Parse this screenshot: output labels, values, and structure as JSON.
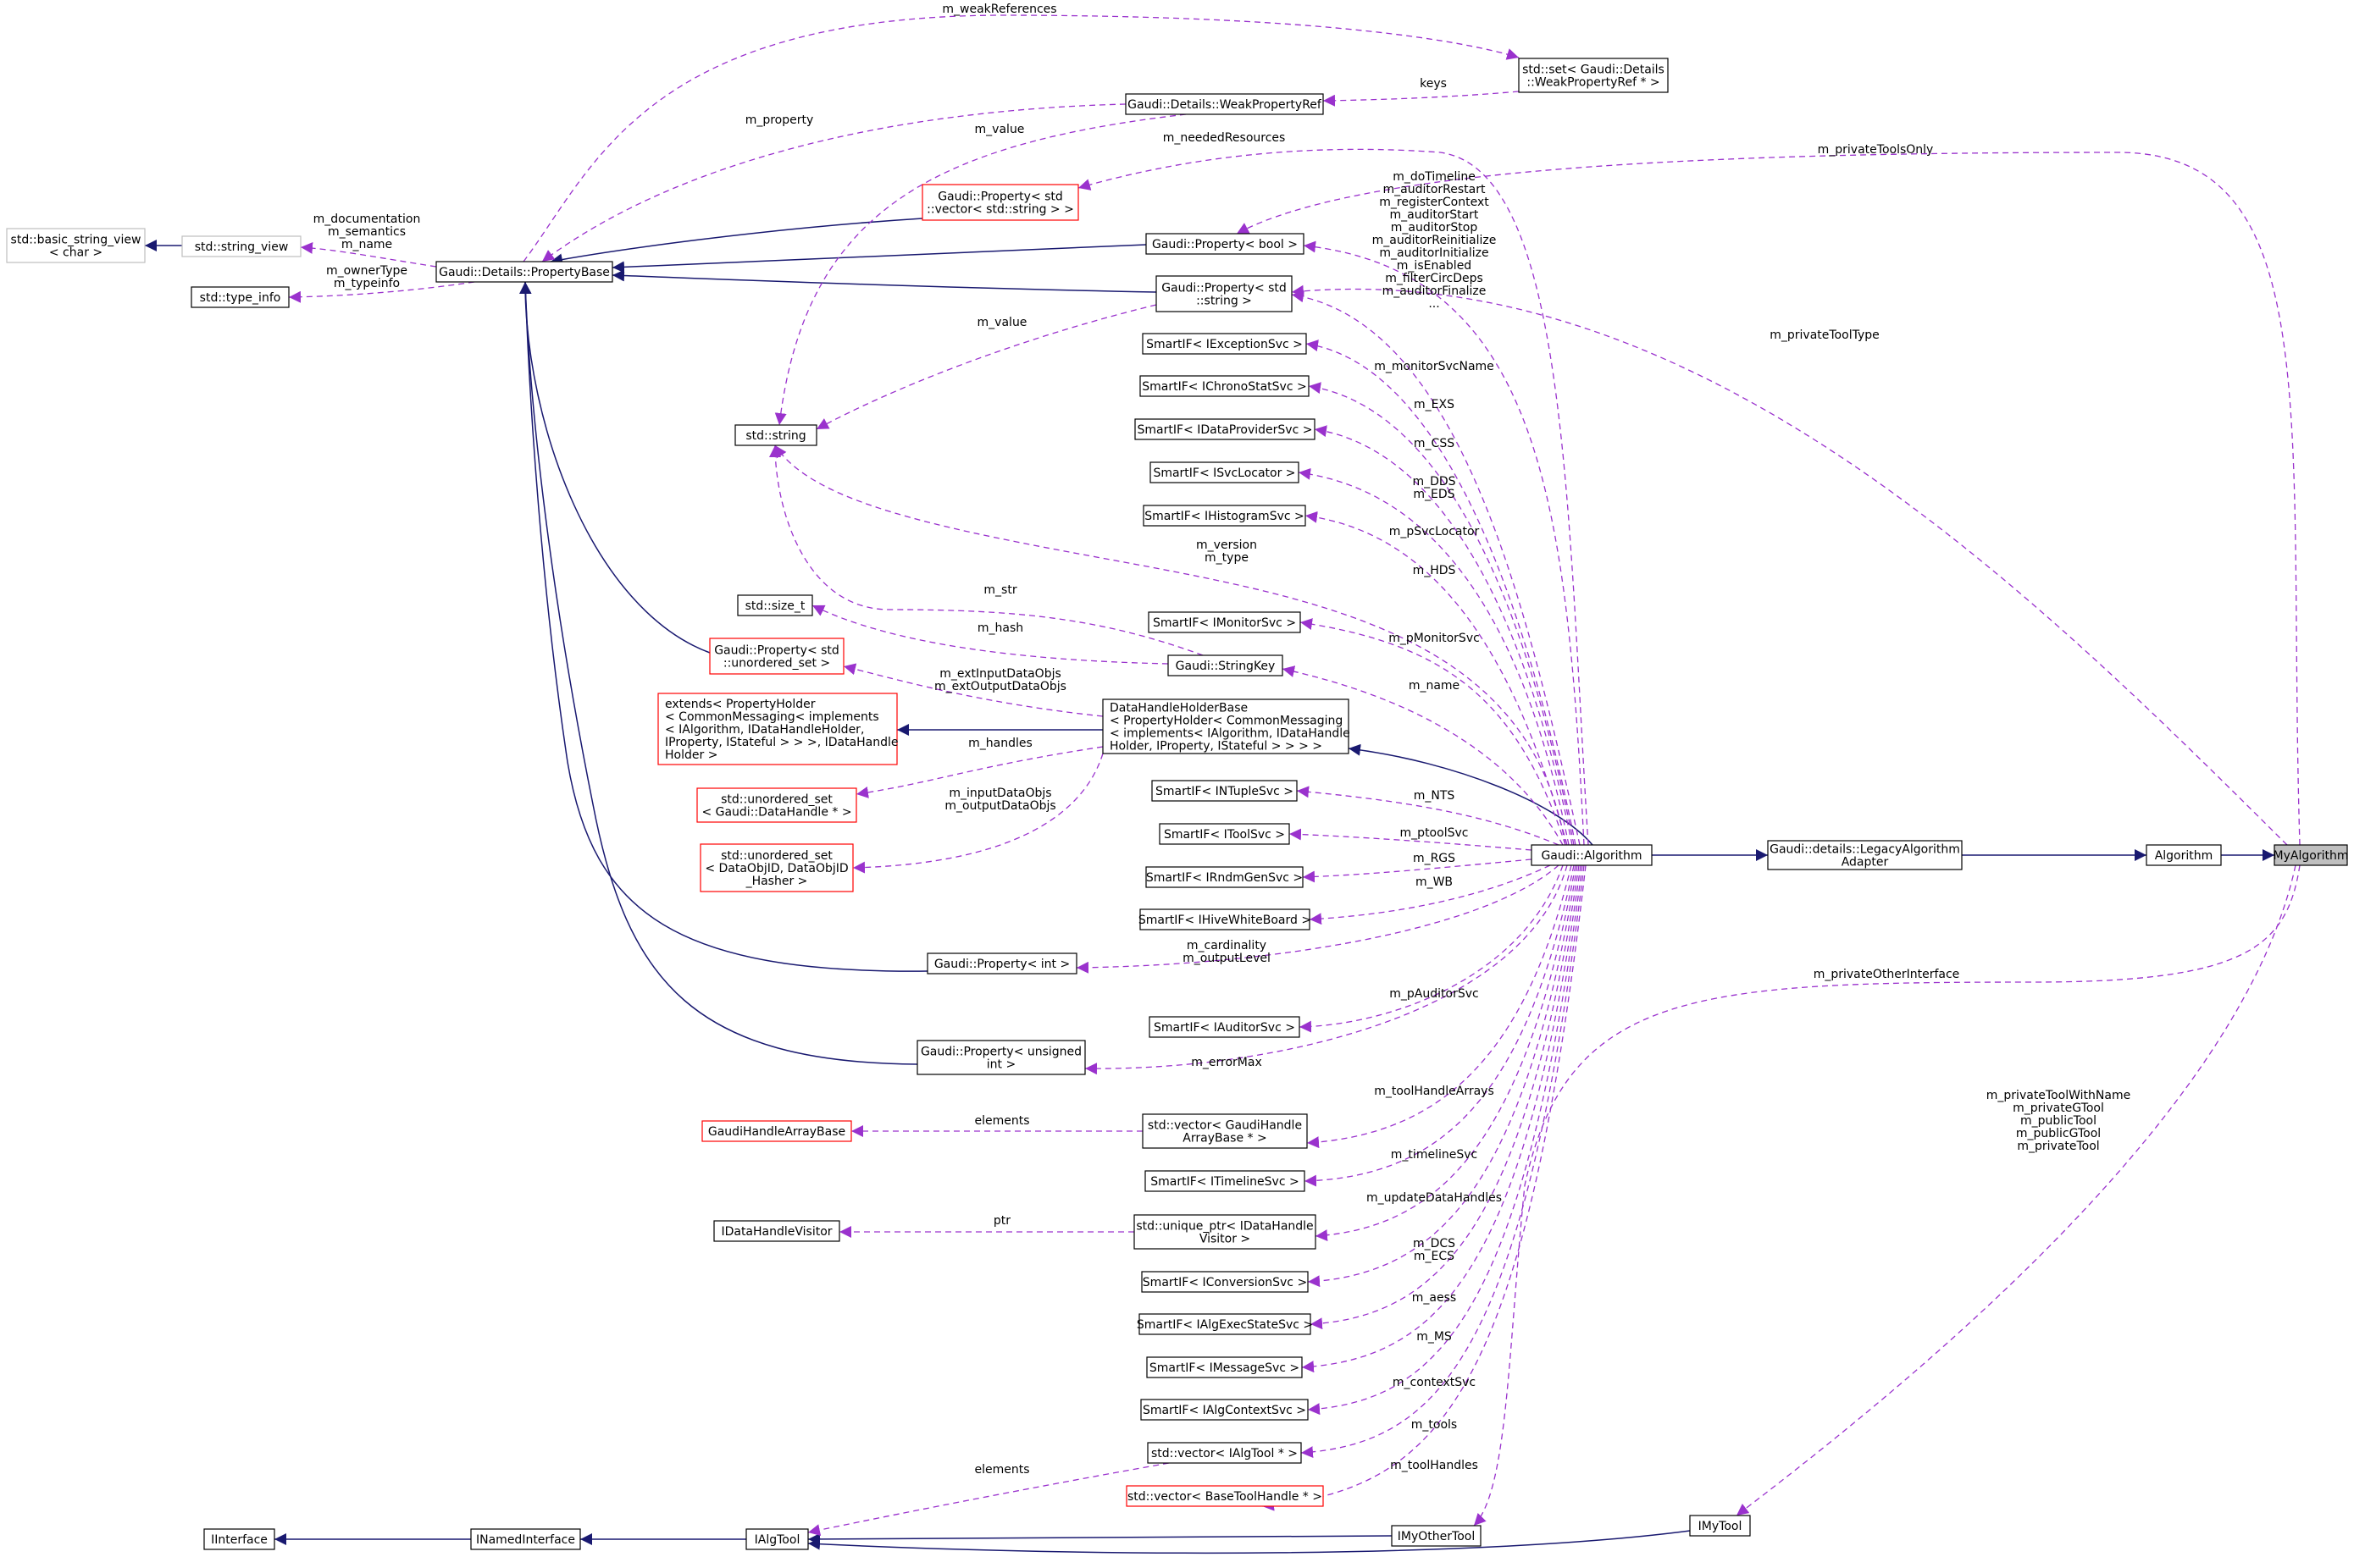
{
  "colors": {
    "node_border": "#000000",
    "node_border_missing": "#ff0000",
    "node_border_external": "#bfbfbf",
    "highlight_fill": "#bfbfbf",
    "inherit_edge": "#191970",
    "usage_edge": "#9a32cd"
  },
  "nodes": {
    "myalgorithm": {
      "lines": [
        "MyAlgorithm"
      ]
    },
    "algorithm": {
      "lines": [
        "Algorithm"
      ]
    },
    "legacy": {
      "lines": [
        "Gaudi::details::LegacyAlgorithm",
        "Adapter"
      ]
    },
    "gaudialgorithm": {
      "lines": [
        "Gaudi::Algorithm"
      ]
    },
    "dhhb": {
      "lines": [
        "DataHandleHolderBase",
        "< PropertyHolder< CommonMessaging",
        "< implements< IAlgorithm, IDataHandle",
        "Holder, IProperty, IStateful > > > >"
      ]
    },
    "extends": {
      "lines": [
        "extends< PropertyHolder",
        "< CommonMessaging< implements",
        "< IAlgorithm, IDataHandleHolder,",
        "IProperty, IStateful > > >, IDataHandle",
        "Holder >"
      ]
    },
    "propertybase": {
      "lines": [
        "Gaudi::Details::PropertyBase"
      ]
    },
    "string_view": {
      "lines": [
        "std::string_view"
      ]
    },
    "basic_string_view": {
      "lines": [
        "std::basic_string_view",
        "< char >"
      ]
    },
    "type_info": {
      "lines": [
        "std::type_info"
      ]
    },
    "weakpropref": {
      "lines": [
        "Gaudi::Details::WeakPropertyRef"
      ]
    },
    "set_weak": {
      "lines": [
        "std::set< Gaudi::Details",
        "::WeakPropertyRef * >"
      ]
    },
    "prop_vector_string": {
      "lines": [
        "Gaudi::Property< std",
        "::vector< std::string > >"
      ]
    },
    "prop_bool": {
      "lines": [
        "Gaudi::Property< bool >"
      ]
    },
    "prop_string": {
      "lines": [
        "Gaudi::Property< std",
        "::string >"
      ]
    },
    "std_string": {
      "lines": [
        "std::string"
      ]
    },
    "sif_exception": {
      "lines": [
        "SmartIF< IExceptionSvc >"
      ]
    },
    "sif_chrono": {
      "lines": [
        "SmartIF< IChronoStatSvc >"
      ]
    },
    "sif_dataprovider": {
      "lines": [
        "SmartIF< IDataProviderSvc >"
      ]
    },
    "sif_svclocator": {
      "lines": [
        "SmartIF< ISvcLocator >"
      ]
    },
    "sif_histogram": {
      "lines": [
        "SmartIF< IHistogramSvc >"
      ]
    },
    "size_t": {
      "lines": [
        "std::size_t"
      ]
    },
    "sif_monitor": {
      "lines": [
        "SmartIF< IMonitorSvc >"
      ]
    },
    "prop_unordered_set": {
      "lines": [
        "Gaudi::Property< std",
        "::unordered_set >"
      ]
    },
    "stringkey": {
      "lines": [
        "Gaudi::StringKey"
      ]
    },
    "unordered_set_dh": {
      "lines": [
        "std::unordered_set",
        "< Gaudi::DataHandle * >"
      ]
    },
    "unordered_set_dataobj": {
      "lines": [
        "std::unordered_set",
        "< DataObjID, DataObjID",
        "_Hasher >"
      ]
    },
    "sif_ntuple": {
      "lines": [
        "SmartIF< INTupleSvc >"
      ]
    },
    "sif_tool": {
      "lines": [
        "SmartIF< IToolSvc >"
      ]
    },
    "sif_rndm": {
      "lines": [
        "SmartIF< IRndmGenSvc >"
      ]
    },
    "sif_hive": {
      "lines": [
        "SmartIF< IHiveWhiteBoard >"
      ]
    },
    "prop_int": {
      "lines": [
        "Gaudi::Property< int >"
      ]
    },
    "sif_auditor": {
      "lines": [
        "SmartIF< IAuditorSvc >"
      ]
    },
    "prop_unsigned": {
      "lines": [
        "Gaudi::Property< unsigned",
        "int >"
      ]
    },
    "gaudihandlearraybase": {
      "lines": [
        "GaudiHandleArrayBase"
      ]
    },
    "vector_ghab": {
      "lines": [
        "std::vector< GaudiHandle",
        "ArrayBase * >"
      ]
    },
    "sif_timeline": {
      "lines": [
        "SmartIF< ITimelineSvc >"
      ]
    },
    "idatahandlevisitor": {
      "lines": [
        "IDataHandleVisitor"
      ]
    },
    "unique_ptr_dhv": {
      "lines": [
        "std::unique_ptr< IDataHandle",
        "Visitor >"
      ]
    },
    "sif_conversion": {
      "lines": [
        "SmartIF< IConversionSvc >"
      ]
    },
    "sif_algexec": {
      "lines": [
        "SmartIF< IAlgExecStateSvc >"
      ]
    },
    "sif_message": {
      "lines": [
        "SmartIF< IMessageSvc >"
      ]
    },
    "sif_algcontext": {
      "lines": [
        "SmartIF< IAlgContextSvc >"
      ]
    },
    "vector_ialgtool": {
      "lines": [
        "std::vector< IAlgTool * >"
      ]
    },
    "vector_basetoolhandle": {
      "lines": [
        "std::vector< BaseToolHandle * >"
      ]
    },
    "iinterface": {
      "lines": [
        "IInterface"
      ]
    },
    "inamedinterface": {
      "lines": [
        "INamedInterface"
      ]
    },
    "ialgtool": {
      "lines": [
        "IAlgTool"
      ]
    },
    "imyothertool": {
      "lines": [
        "IMyOtherTool"
      ]
    },
    "imytool": {
      "lines": [
        "IMyTool"
      ]
    }
  },
  "edge_labels": {
    "m_weakReferences": "m_weakReferences",
    "keys": "keys",
    "m_property": "m_property",
    "m_value_weak": "m_value",
    "m_neededResources": "m_neededResources",
    "m_privateToolsOnly": "m_privateToolsOnly",
    "bool_group": [
      "m_doTimeline",
      "m_auditorRestart",
      "m_registerContext",
      "m_auditorStart",
      "m_auditorStop",
      "m_auditorReinitialize",
      "m_auditorInitialize",
      "m_isEnabled",
      "m_filterCircDeps",
      "m_auditorFinalize",
      "..."
    ],
    "pb_strings": [
      "m_documentation",
      "m_semantics",
      "m_name"
    ],
    "pb_typeinfo": [
      "m_ownerType",
      "m_typeinfo"
    ],
    "m_value_string": "m_value",
    "m_privateToolType": "m_privateToolType",
    "m_monitorSvcName": "m_monitorSvcName",
    "m_EXS": "m_EXS",
    "m_CSS": "m_CSS",
    "dds_eds": [
      "m_DDS",
      "m_EDS"
    ],
    "m_pSvcLocator": "m_pSvcLocator",
    "version_type": [
      "m_version",
      "m_type"
    ],
    "m_HDS": "m_HDS",
    "m_str": "m_str",
    "m_hash": "m_hash",
    "m_pMonitorSvc": "m_pMonitorSvc",
    "ext_objs": [
      "m_extInputDataObjs",
      "m_extOutputDataObjs"
    ],
    "m_name": "m_name",
    "m_handles": "m_handles",
    "io_objs": [
      "m_inputDataObjs",
      "m_outputDataObjs"
    ],
    "m_NTS": "m_NTS",
    "m_ptoolSvc": "m_ptoolSvc",
    "m_RGS": "m_RGS",
    "m_WB": "m_WB",
    "card_output": [
      "m_cardinality",
      "m_outputLevel"
    ],
    "m_privateOtherInterface": "m_privateOtherInterface",
    "m_pAuditorSvc": "m_pAuditorSvc",
    "m_errorMax": "m_errorMax",
    "private_tools": [
      "m_privateToolWithName",
      "m_privateGTool",
      "m_publicTool",
      "m_publicGTool",
      "m_privateTool"
    ],
    "m_toolHandleArrays": "m_toolHandleArrays",
    "elements_ghab": "elements",
    "m_timelineSvc": "m_timelineSvc",
    "ptr": "ptr",
    "m_updateDataHandles": "m_updateDataHandles",
    "dcs_ecs": [
      "m_DCS",
      "m_ECS"
    ],
    "m_aess": "m_aess",
    "m_MS": "m_MS",
    "m_contextSvc": "m_contextSvc",
    "m_tools": "m_tools",
    "m_toolHandles": "m_toolHandles",
    "elements_tools": "elements"
  }
}
